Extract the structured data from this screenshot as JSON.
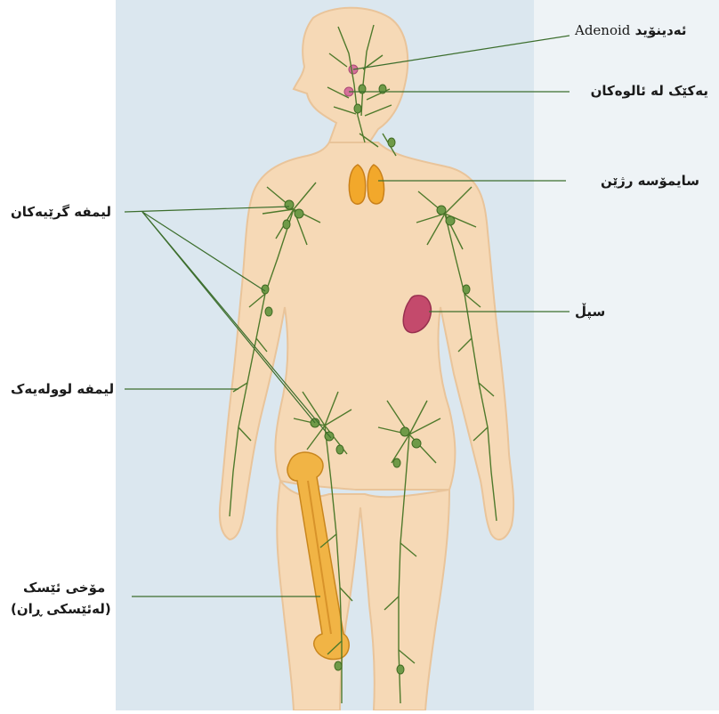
{
  "labels": {
    "adenoid_rtl": "ئەدینۆید",
    "adenoid_latin": "Adenoid",
    "tonsil": "یەکێک لە ئالوەکان",
    "thymus": "سایمۆسە رژێن",
    "lymph_nodes": "لیمفە گرێیەکان",
    "spleen": "سپڵ",
    "lymph_vessel": "لیمفە لوولەیەک",
    "bone_marrow_line1": "مۆخی ئێسک",
    "bone_marrow_line2": "(لەئێسکی ڕان)"
  },
  "colors": {
    "background_panel": "#dbe7ef",
    "skin": "#f6d9b6",
    "skin_outline": "#e9c49a",
    "lymph_vessel": "#4f7a2c",
    "lymph_node": "#6f9a48",
    "thymus": "#f2a82b",
    "spleen": "#c44a6c",
    "bone": "#f1b445",
    "adenoid": "#d5709a",
    "leader_line": "#3c6e2d"
  }
}
